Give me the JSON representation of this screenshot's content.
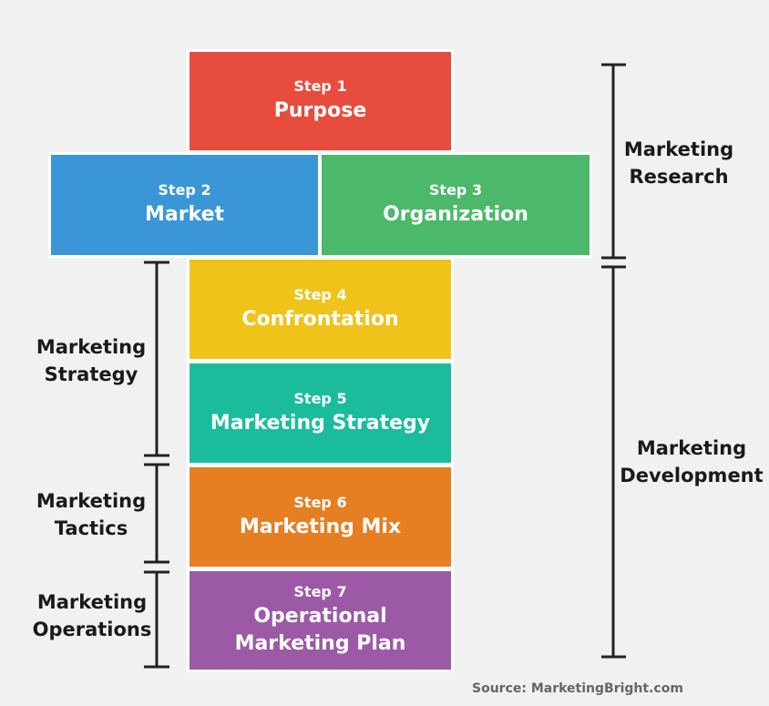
{
  "steps": [
    {
      "num": "Step 1",
      "title": "Purpose",
      "color": "#e74c3c"
    },
    {
      "num": "Step 2",
      "title": "Market",
      "color": "#3a96d6"
    },
    {
      "num": "Step 3",
      "title": "Organization",
      "color": "#4cb86a"
    },
    {
      "num": "Step 4",
      "title": "Confrontation",
      "color": "#efc31a"
    },
    {
      "num": "Step 5",
      "title": "Marketing Strategy",
      "color": "#1abc9c"
    },
    {
      "num": "Step 6",
      "title": "Marketing Mix",
      "color": "#e67e22"
    },
    {
      "num": "Step 7",
      "title": "Operational Marketing Plan",
      "color": "#9b59a6"
    }
  ],
  "left_labels": {
    "strategy": "Marketing Strategy",
    "tactics": "Marketing Tactics",
    "operations": "Marketing Operations"
  },
  "right_labels": {
    "research": "Marketing Research",
    "development": "Marketing Development"
  },
  "source": "Source: MarketingBright.com"
}
